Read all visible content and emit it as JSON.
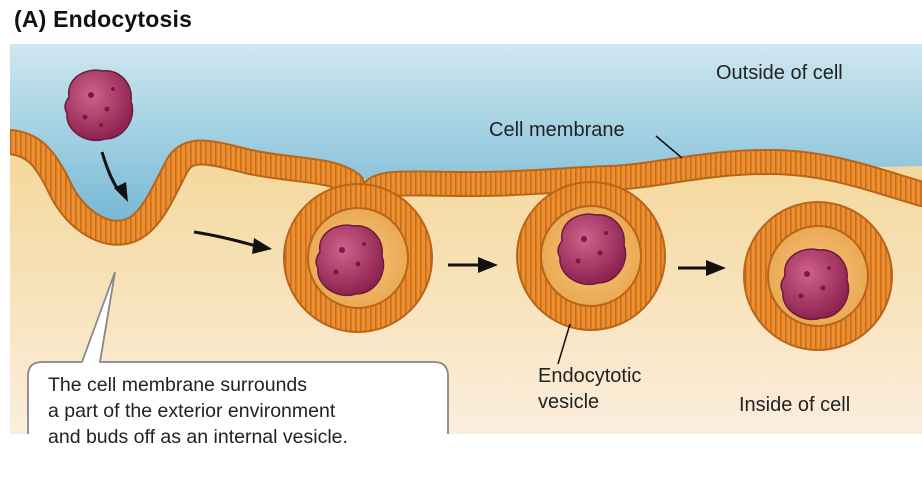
{
  "figure": {
    "title": "(A)  Endocytosis"
  },
  "labels": {
    "outside": "Outside of cell",
    "inside": "Inside of cell",
    "membrane": "Cell membrane",
    "vesicle_line1": "Endocytotic",
    "vesicle_line2": "vesicle"
  },
  "callout": {
    "lines": [
      "The cell membrane surrounds",
      "a part of the exterior environment",
      "and buds off as an internal vesicle."
    ]
  },
  "colors": {
    "outside_fluid": "#a8d2e3",
    "cytoplasm": "#f5dca0",
    "membrane": "#e88b2a",
    "membrane_dark": "#b8651a",
    "particle": "#b83a6a",
    "arrow": "#111111"
  }
}
